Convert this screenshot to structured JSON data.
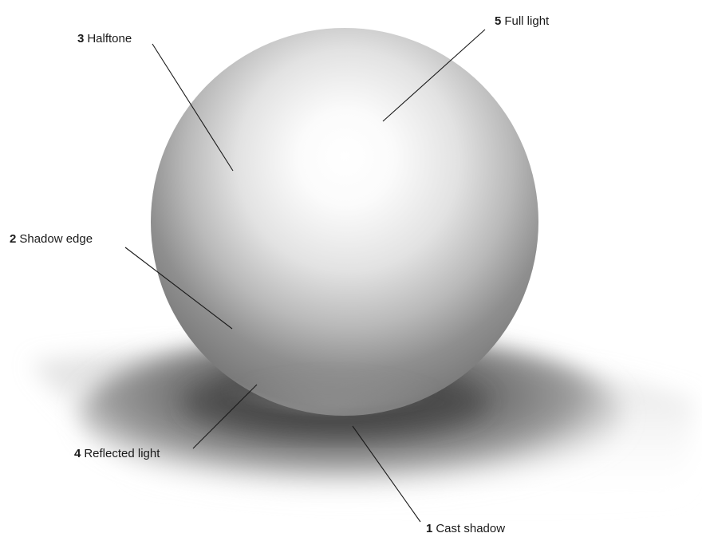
{
  "colors": {
    "paper": "#ffffff",
    "leader_line": "#1a1a1a",
    "shadow_dark": "#3a3a3a",
    "sphere_light": "#ffffff",
    "sphere_dark": "#6e6e6e"
  },
  "labels": [
    {
      "id": "halftone",
      "number": "3",
      "text": "Halftone"
    },
    {
      "id": "full-light",
      "number": "5",
      "text": "Full light"
    },
    {
      "id": "shadow-edge",
      "number": "2",
      "text": "Shadow edge"
    },
    {
      "id": "reflected-light",
      "number": "4",
      "text": "Reflected light"
    },
    {
      "id": "cast-shadow",
      "number": "1",
      "text": "Cast shadow"
    }
  ]
}
